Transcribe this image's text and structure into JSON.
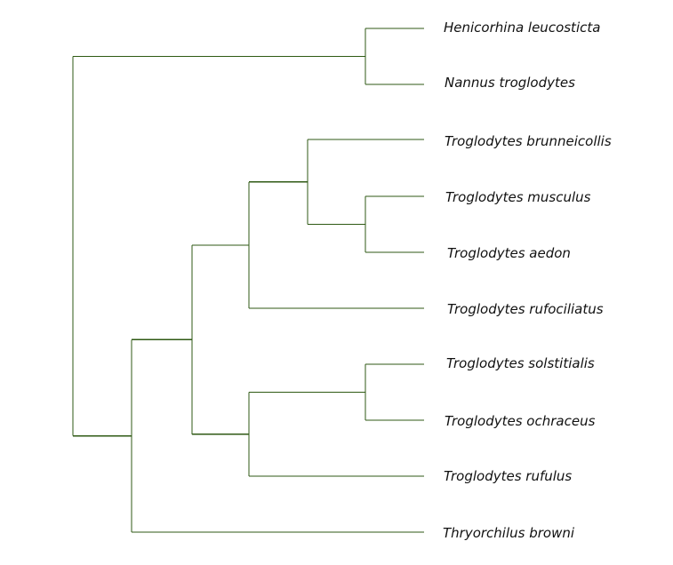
{
  "tree": {
    "branch_color": "#2f5a14",
    "label_color": "#111111",
    "taxa": [
      {
        "id": "henicorhina",
        "label": "Henicorhina leucosticta"
      },
      {
        "id": "nannus",
        "label": "Nannus troglodytes"
      },
      {
        "id": "brunneicollis",
        "label": "Troglodytes brunneicollis"
      },
      {
        "id": "musculus",
        "label": "Troglodytes musculus"
      },
      {
        "id": "aedon",
        "label": "Troglodytes aedon"
      },
      {
        "id": "rufociliatus",
        "label": "Troglodytes rufociliatus"
      },
      {
        "id": "solstitialis",
        "label": "Troglodytes solstitialis"
      },
      {
        "id": "ochraceus",
        "label": "Troglodytes ochraceus"
      },
      {
        "id": "rufulus",
        "label": "Troglodytes rufulus"
      },
      {
        "id": "browni",
        "label": "Thryorchilus browni"
      }
    ],
    "newick": "((henicorhina,nannus),((((brunneicollis,(musculus,aedon)),rufociliatus),((solstitialis,ochraceus),rufulus)),browni))"
  }
}
